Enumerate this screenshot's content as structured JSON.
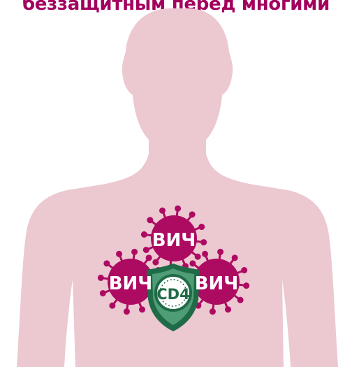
{
  "caption": "беззащитным перед многими",
  "virus_label": "ВИЧ",
  "cell_label": "CD4",
  "colors": {
    "caption": "#a3005e",
    "body": "#ecc8d0",
    "virus": "#ad0a62",
    "shield": "#1f6b47",
    "shield_highlight": "#4f9d77",
    "cell_border": "#1f6b47",
    "cell_fill": "#ffffff",
    "label_on_virus": "#ffffff",
    "label_on_cell": "#1f6b47"
  },
  "icons": [
    "human-silhouette",
    "virus-icon",
    "shield-icon",
    "cd4-cell-icon"
  ]
}
